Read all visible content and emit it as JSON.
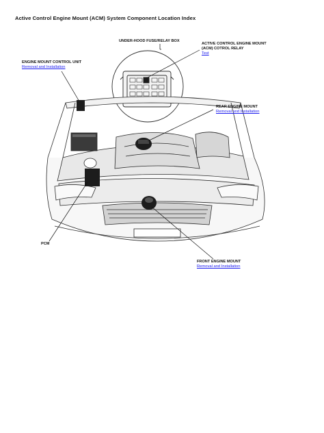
{
  "page": {
    "title": "Active Control Engine Mount (ACM) System Component Location Index"
  },
  "callouts": {
    "fuse_box": {
      "label": "UNDER-HOOD FUSE/RELAY BOX"
    },
    "acm_relay": {
      "label_line1": "ACTIVE CONTROL ENGINE MOUNT",
      "label_line2": "(ACM) COTROL RELAY",
      "link": "Test"
    },
    "control_unit": {
      "label": "ENGINE MOUNT CONTROL UNIT",
      "link": "Removal and Installation"
    },
    "rear_mount": {
      "label": "REAR ENGINE MOUNT",
      "link": "Removal and Installation"
    },
    "pcm": {
      "label": "PCM"
    },
    "front_mount": {
      "label": "FRONT ENGINE MOUNT",
      "link": "Removal and Installation"
    }
  },
  "colors": {
    "link": "#1a1aee",
    "line_art": "#2a2a2a",
    "component_fill": "#1c1c1c"
  }
}
